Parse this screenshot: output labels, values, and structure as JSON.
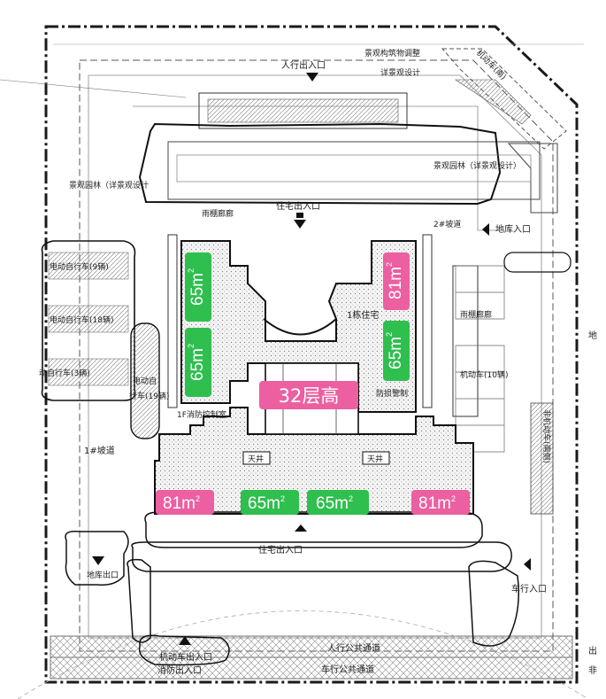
{
  "site_labels": {
    "pedestrian_entrance": "人行出入口",
    "landscape_structure": "景观构筑物调整",
    "detail_landscape": "详景观设计",
    "vehicle_top_right": "机动车(南)",
    "landscape_garden_left": "景观园林（详景观设计",
    "landscape_garden_right": "景观园林（详景观设计）",
    "residential_entrance_top": "住宅出入口",
    "canopy_corridor_top": "雨棚廊廊",
    "ramp_2": "2#坡道",
    "garage_entrance": "地库入口",
    "ebike_9": "电动自行车(9辆)",
    "ebike_18": "电动自行车(18辆)",
    "ebike_3": "动自行车(3辆)",
    "ebike_19_a": "电动自",
    "ebike_19_b": "行车(19辆)",
    "building_1": "1栋住宅",
    "canopy_corridor_right": "雨棚廊廊",
    "motor_10": "机动车(10辆)",
    "fire_control": "1F消防控制室",
    "civil_defense": "防损警制",
    "ramp_1": "1#坡道",
    "skylight_left": "天井",
    "skylight_right": "天井",
    "vehicle_vertical": "非机动车(南侧)",
    "residential_entrance_bottom": "住宅出入口",
    "garage_exit": "地库出口",
    "vehicle_entrance": "车行入口",
    "motor_exit": "机动车出入口",
    "fire_exit": "消防出入口",
    "ped_public_path": "人行公共通道",
    "vehicle_public_path": "车行公共通道",
    "edge_right_a": "地",
    "edge_right_b": "出",
    "edge_right_c": "非"
  },
  "unit_badges": {
    "left_top": "65m",
    "left_bottom": "65m",
    "right_top": "81m",
    "right_bottom": "65m",
    "bottom_1": "81m",
    "bottom_2": "65m",
    "bottom_3": "65m",
    "bottom_4": "81m",
    "sup": "2"
  },
  "floors_badge": "32层高",
  "colors": {
    "green": "#2fbf4f",
    "pink": "#ec5fa0",
    "line": "#1a1a1a",
    "hatch": "#9a9a9a"
  }
}
